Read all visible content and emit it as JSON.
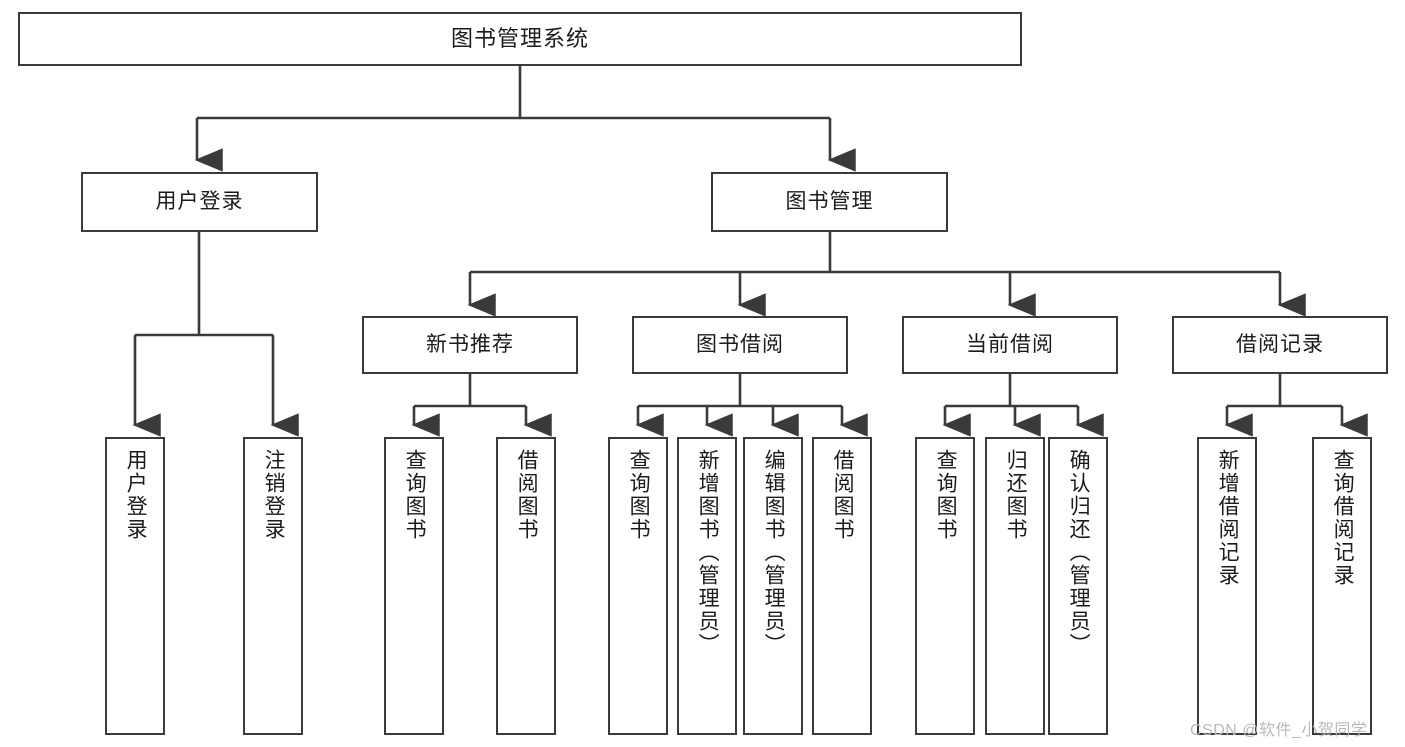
{
  "diagram": {
    "title": "图书管理系统",
    "type": "hierarchy-tree",
    "levels": 4,
    "colors": {
      "box_border": "#3a3a3a",
      "box_fill": "#ffffff",
      "connector": "#3a3a3a",
      "text": "#1b1b1b",
      "watermark": "#b9b9b9",
      "background": "#ffffff"
    },
    "root": {
      "label": "图书管理系统"
    },
    "level2": [
      {
        "label": "用户登录"
      },
      {
        "label": "图书管理"
      }
    ],
    "level3": [
      {
        "label": "新书推荐"
      },
      {
        "label": "图书借阅"
      },
      {
        "label": "当前借阅"
      },
      {
        "label": "借阅记录"
      }
    ],
    "leaves": {
      "user_login": [
        {
          "label": "用户登录"
        },
        {
          "label": "注销登录"
        }
      ],
      "new_book_recommend": [
        {
          "label": "查询图书"
        },
        {
          "label": "借阅图书"
        }
      ],
      "book_borrow": [
        {
          "label": "查询图书"
        },
        {
          "label": "新增图书（管理员）"
        },
        {
          "label": "编辑图书（管理员）"
        },
        {
          "label": "借阅图书"
        }
      ],
      "current_borrow": [
        {
          "label": "查询图书"
        },
        {
          "label": "归还图书"
        },
        {
          "label": "确认归还（管理员）"
        }
      ],
      "borrow_record": [
        {
          "label": "新增借阅记录"
        },
        {
          "label": "查询借阅记录"
        }
      ]
    }
  },
  "watermark": {
    "text": "CSDN @软件_小贺同学"
  }
}
